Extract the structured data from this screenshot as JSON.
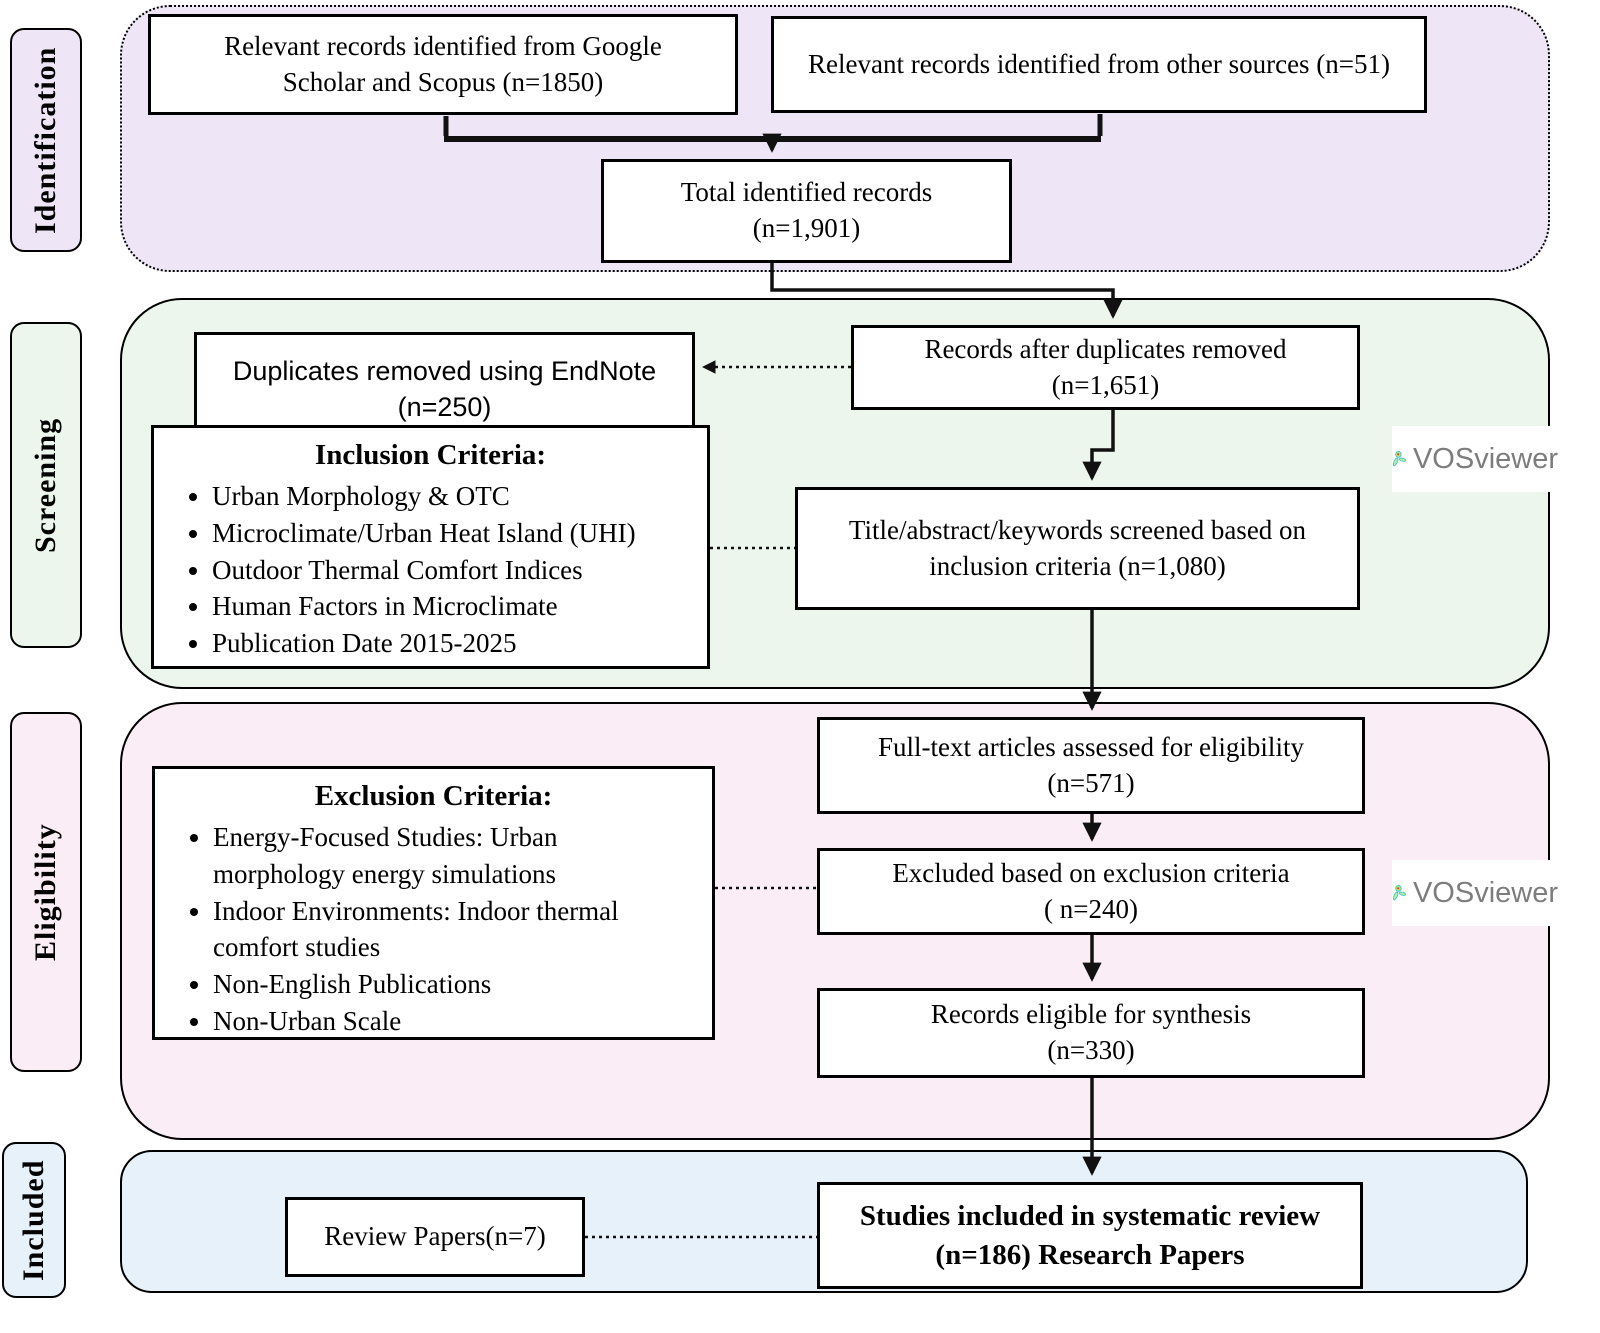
{
  "stages": {
    "identification": {
      "label": "Identification",
      "box_scholar": {
        "line1": "Relevant records identified from Google",
        "line2": "Scholar and Scopus (n=1850)"
      },
      "box_other": {
        "line1": "Relevant records identified from other sources (n=51)"
      },
      "box_total": {
        "line1": "Total identified records",
        "line2": "(n=1,901)"
      }
    },
    "screening": {
      "label": "Screening",
      "box_duplicates": {
        "line1": "Duplicates removed using EndNote",
        "line2": "(n=250)"
      },
      "box_after_duplicates": {
        "line1": "Records after duplicates removed",
        "line2": "(n=1,651)"
      },
      "inclusion": {
        "title": "Inclusion Criteria:",
        "items": [
          "Urban Morphology & OTC",
          "Microclimate/Urban Heat Island (UHI)",
          "Outdoor Thermal Comfort Indices",
          "Human Factors in Microclimate",
          "Publication Date 2015-2025"
        ]
      },
      "box_title_screen": {
        "line1": "Title/abstract/keywords screened based on",
        "line2": "inclusion criteria (n=1,080)"
      }
    },
    "eligibility": {
      "label": "Eligibility",
      "exclusion": {
        "title": "Exclusion Criteria:",
        "items": [
          "Energy-Focused Studies: Urban morphology energy simulations",
          "Indoor Environments: Indoor thermal comfort studies",
          "Non-English Publications",
          "Non-Urban Scale"
        ]
      },
      "box_fulltext": {
        "line1": "Full-text articles assessed for eligibility",
        "line2": "(n=571)"
      },
      "box_excluded": {
        "line1": "Excluded based on exclusion criteria",
        "line2": "( n=240)"
      },
      "box_eligible": {
        "line1": "Records eligible for synthesis",
        "line2": "(n=330)"
      }
    },
    "included": {
      "label": "Included",
      "box_review": {
        "line1": "Review Papers(n=7)"
      },
      "box_studies": {
        "line1": "Studies included in systematic review",
        "line2": "(n=186) Research Papers"
      }
    }
  },
  "logos": {
    "vosviewer": {
      "label": "VOSviewer",
      "icon": "vosviewer-blob-icon"
    }
  },
  "colors": {
    "identification_bg": "#EEE6F6",
    "screening_bg": "#EDF6ED",
    "eligibility_bg": "#FBEDF5",
    "included_bg": "#E7F1FA",
    "box_bg": "#FFFFFF",
    "line": "#111111",
    "vos_text": "#7D7D7D"
  }
}
